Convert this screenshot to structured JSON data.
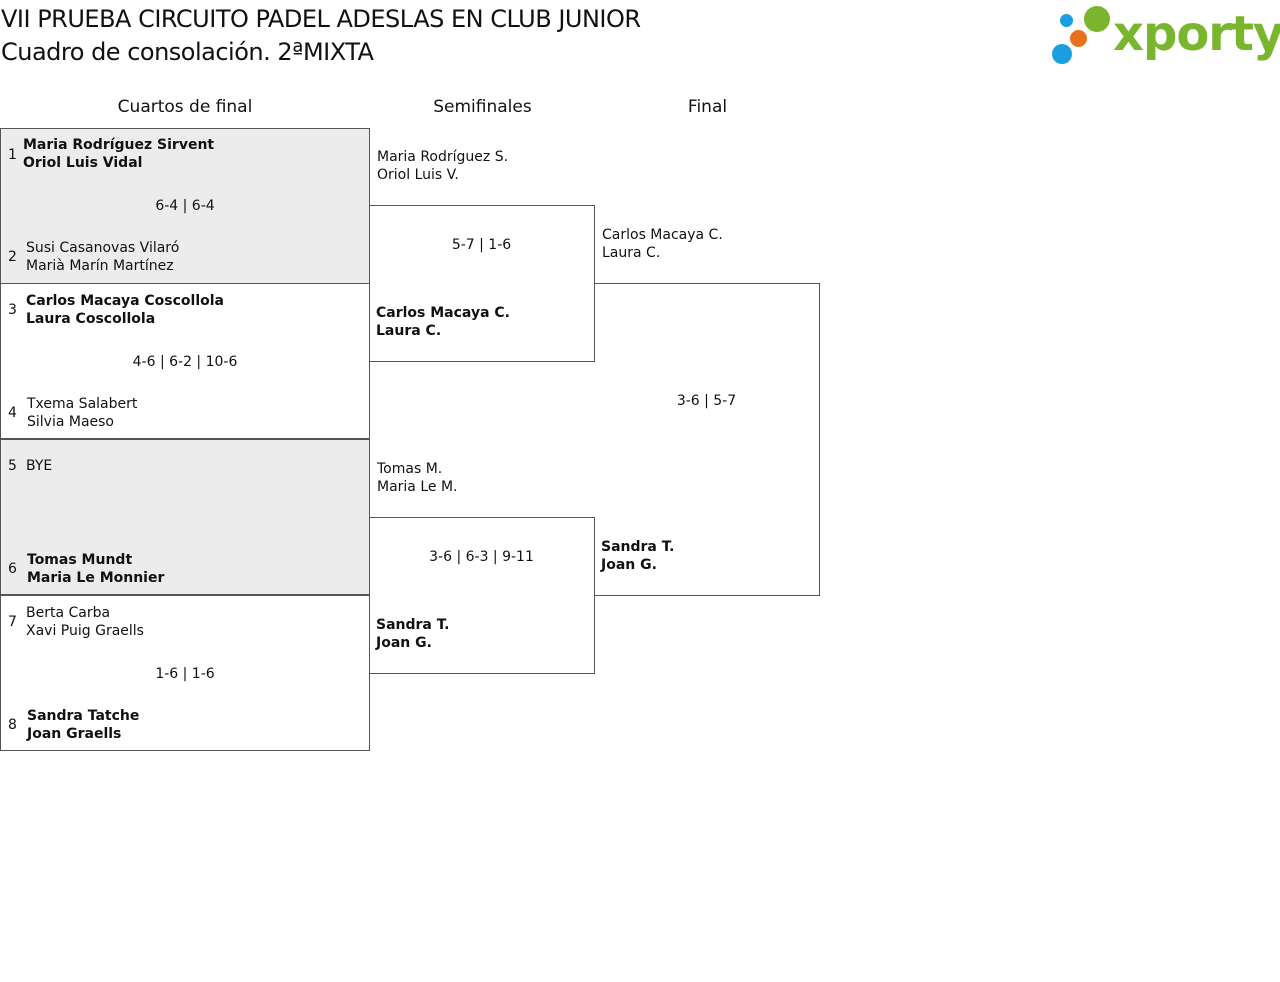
{
  "header": {
    "title": "VII PRUEBA CIRCUITO PADEL ADESLAS EN CLUB JUNIOR",
    "subtitle": "Cuadro de consolación. 2ªMIXTA"
  },
  "logo": {
    "text": "xporty",
    "colors": {
      "text": "#7ab52e",
      "dot_green": "#7ab52e",
      "dot_blue": "#1b9fe0",
      "dot_orange": "#e8721c"
    }
  },
  "rounds": [
    "Cuartos de final",
    "Semifinales",
    "Final"
  ],
  "quarterfinals": [
    {
      "top": {
        "seed": "1",
        "players": [
          "Maria Rodríguez Sirvent",
          "Oriol Luis Vidal"
        ],
        "winner": true
      },
      "score": "6-4 | 6-4",
      "bottom": {
        "seed": "2",
        "players": [
          "Susi Casanovas Vilaró",
          "Marià Marín Martínez"
        ],
        "winner": false
      }
    },
    {
      "top": {
        "seed": "3",
        "players": [
          "Carlos Macaya Coscollola",
          "Laura Coscollola"
        ],
        "winner": true
      },
      "score": "4-6 | 6-2 | 10-6",
      "bottom": {
        "seed": "4",
        "players": [
          "Txema Salabert",
          "Silvia Maeso"
        ],
        "winner": false
      }
    },
    {
      "top": {
        "seed": "5",
        "players": [
          "BYE"
        ],
        "winner": false
      },
      "score": "",
      "bottom": {
        "seed": "6",
        "players": [
          "Tomas Mundt",
          "Maria Le Monnier"
        ],
        "winner": true
      }
    },
    {
      "top": {
        "seed": "7",
        "players": [
          "Berta Carba",
          "Xavi Puig Graells"
        ],
        "winner": false
      },
      "score": "1-6 | 1-6",
      "bottom": {
        "seed": "8",
        "players": [
          "Sandra Tatche",
          "Joan Graells"
        ],
        "winner": true
      }
    }
  ],
  "semifinals": [
    {
      "top": {
        "players": [
          "Maria Rodríguez S.",
          "Oriol Luis V."
        ],
        "winner": false
      },
      "score": "5-7 | 1-6",
      "bottom": {
        "players": [
          "Carlos Macaya C.",
          "Laura C."
        ],
        "winner": true
      }
    },
    {
      "top": {
        "players": [
          "Tomas M.",
          "Maria Le M."
        ],
        "winner": false
      },
      "score": "3-6 | 6-3 | 9-11",
      "bottom": {
        "players": [
          "Sandra T.",
          "Joan G."
        ],
        "winner": true
      }
    }
  ],
  "final": {
    "top": {
      "players": [
        "Carlos Macaya C.",
        "Laura C."
      ],
      "winner": false
    },
    "score": "3-6 | 5-7",
    "bottom": {
      "players": [
        "Sandra T.",
        "Joan G."
      ],
      "winner": true
    }
  }
}
